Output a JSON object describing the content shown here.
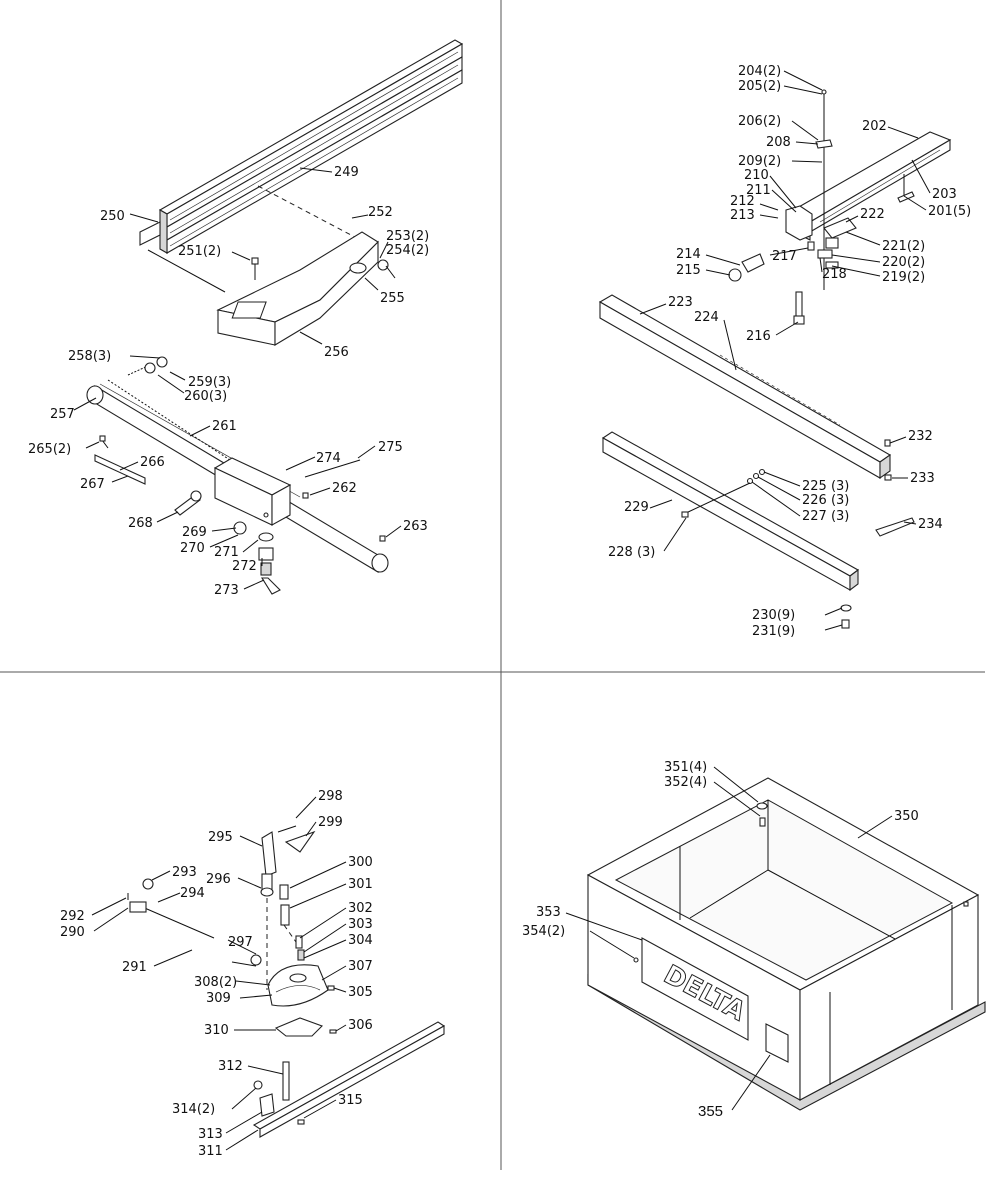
{
  "quadrants": {
    "top_left": {
      "labels": [
        {
          "id": "l249",
          "text": "249"
        },
        {
          "id": "l250",
          "text": "250"
        },
        {
          "id": "l252",
          "text": "252"
        },
        {
          "id": "l251",
          "text": "251(2)"
        },
        {
          "id": "l253",
          "text": "253(2)"
        },
        {
          "id": "l254",
          "text": "254(2)"
        },
        {
          "id": "l255",
          "text": "255"
        },
        {
          "id": "l256",
          "text": "256"
        },
        {
          "id": "l258",
          "text": "258(3)"
        },
        {
          "id": "l259",
          "text": "259(3)"
        },
        {
          "id": "l260",
          "text": "260(3)"
        },
        {
          "id": "l257",
          "text": "257"
        },
        {
          "id": "l261",
          "text": "261"
        },
        {
          "id": "l265",
          "text": "265(2)"
        },
        {
          "id": "l266",
          "text": "266"
        },
        {
          "id": "l267",
          "text": "267"
        },
        {
          "id": "l274",
          "text": "274"
        },
        {
          "id": "l275",
          "text": "275"
        },
        {
          "id": "l262",
          "text": "262"
        },
        {
          "id": "l268",
          "text": "268"
        },
        {
          "id": "l269",
          "text": "269"
        },
        {
          "id": "l270",
          "text": "270"
        },
        {
          "id": "l271",
          "text": "271"
        },
        {
          "id": "l272",
          "text": "272"
        },
        {
          "id": "l273",
          "text": "273"
        },
        {
          "id": "l263",
          "text": "263"
        }
      ]
    },
    "top_right": {
      "labels": [
        {
          "id": "l204",
          "text": "204(2)"
        },
        {
          "id": "l205",
          "text": "205(2)"
        },
        {
          "id": "l206",
          "text": "206(2)"
        },
        {
          "id": "l208",
          "text": "208"
        },
        {
          "id": "l202",
          "text": "202"
        },
        {
          "id": "l209",
          "text": "209(2)"
        },
        {
          "id": "l210",
          "text": "210"
        },
        {
          "id": "l211",
          "text": "211"
        },
        {
          "id": "l203",
          "text": "203"
        },
        {
          "id": "l212",
          "text": "212"
        },
        {
          "id": "l213",
          "text": "213"
        },
        {
          "id": "l201",
          "text": "201(5)"
        },
        {
          "id": "l222",
          "text": "222"
        },
        {
          "id": "l221",
          "text": "221(2)"
        },
        {
          "id": "l214",
          "text": "214"
        },
        {
          "id": "l217",
          "text": "217"
        },
        {
          "id": "l220",
          "text": "220(2)"
        },
        {
          "id": "l215",
          "text": "215"
        },
        {
          "id": "l218",
          "text": "218"
        },
        {
          "id": "l219",
          "text": "219(2)"
        },
        {
          "id": "l223",
          "text": "223"
        },
        {
          "id": "l224",
          "text": "224"
        },
        {
          "id": "l216",
          "text": "216"
        },
        {
          "id": "l232",
          "text": "232"
        },
        {
          "id": "l233",
          "text": "233"
        },
        {
          "id": "l225",
          "text": "225 (3)"
        },
        {
          "id": "l226",
          "text": "226 (3)"
        },
        {
          "id": "l229",
          "text": "229"
        },
        {
          "id": "l227",
          "text": "227 (3)"
        },
        {
          "id": "l234",
          "text": "234"
        },
        {
          "id": "l228",
          "text": "228 (3)"
        },
        {
          "id": "l230",
          "text": "230(9)"
        },
        {
          "id": "l231",
          "text": "231(9)"
        }
      ]
    },
    "bottom_left": {
      "labels": [
        {
          "id": "l298",
          "text": "298"
        },
        {
          "id": "l295",
          "text": "295"
        },
        {
          "id": "l299",
          "text": "299"
        },
        {
          "id": "l300",
          "text": "300"
        },
        {
          "id": "l293",
          "text": "293"
        },
        {
          "id": "l296",
          "text": "296"
        },
        {
          "id": "l301",
          "text": "301"
        },
        {
          "id": "l294",
          "text": "294"
        },
        {
          "id": "l292",
          "text": "292"
        },
        {
          "id": "l302",
          "text": "302"
        },
        {
          "id": "l290",
          "text": "290"
        },
        {
          "id": "l303",
          "text": "303"
        },
        {
          "id": "l297",
          "text": "297"
        },
        {
          "id": "l304",
          "text": "304"
        },
        {
          "id": "l291",
          "text": "291"
        },
        {
          "id": "l307",
          "text": "307"
        },
        {
          "id": "l308",
          "text": "308(2)"
        },
        {
          "id": "l309",
          "text": "309"
        },
        {
          "id": "l305",
          "text": "305"
        },
        {
          "id": "l310",
          "text": "310"
        },
        {
          "id": "l306",
          "text": "306"
        },
        {
          "id": "l312",
          "text": "312"
        },
        {
          "id": "l315",
          "text": "315"
        },
        {
          "id": "l314",
          "text": "314(2)"
        },
        {
          "id": "l313",
          "text": "313"
        },
        {
          "id": "l311",
          "text": "311"
        }
      ]
    },
    "bottom_right": {
      "labels": [
        {
          "id": "l351",
          "text": "351(4)"
        },
        {
          "id": "l352",
          "text": "352(4)"
        },
        {
          "id": "l350",
          "text": "350"
        },
        {
          "id": "l353",
          "text": "353"
        },
        {
          "id": "l354",
          "text": "354(2)"
        },
        {
          "id": "l355",
          "text": "355"
        }
      ],
      "logo_text": "DELTA"
    }
  }
}
